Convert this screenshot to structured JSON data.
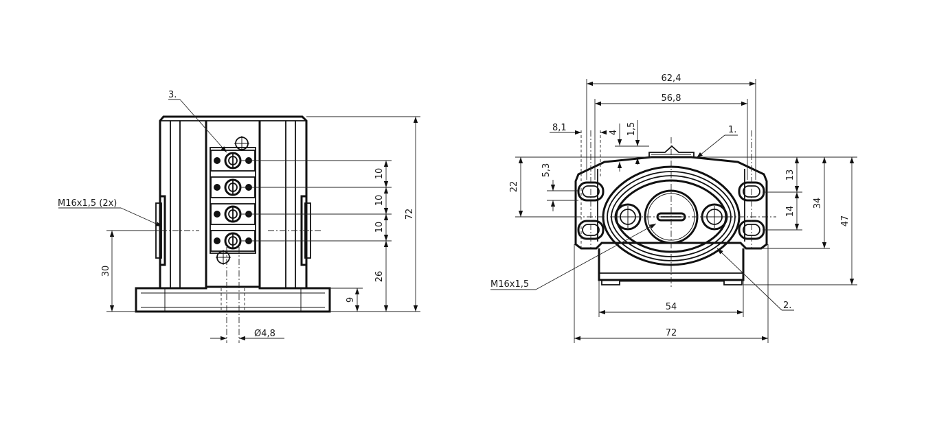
{
  "left_view": {
    "callout_3": "3.",
    "thread_label": "M16x1,5 (2x)",
    "dim_72": "72",
    "dim_10_a": "10",
    "dim_10_b": "10",
    "dim_10_c": "10",
    "dim_26": "26",
    "dim_30": "30",
    "dim_9": "9",
    "dim_dia": "Ø4,8"
  },
  "right_view": {
    "dim_62_4": "62,4",
    "dim_56_8": "56,8",
    "dim_8_1": "8,1",
    "dim_4": "4",
    "dim_1_5": "1,5",
    "callout_1": "1.",
    "dim_5_3": "5,3",
    "dim_22": "22",
    "dim_13": "13",
    "dim_14": "14",
    "dim_34": "34",
    "dim_47": "47",
    "thread_label": "M16x1,5",
    "callout_2": "2.",
    "dim_54": "54",
    "dim_72": "72"
  }
}
